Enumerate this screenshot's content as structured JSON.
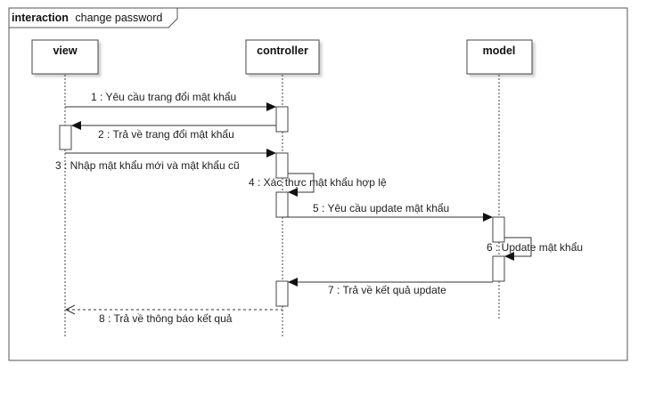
{
  "frame": {
    "keyword": "interaction",
    "name": "change password"
  },
  "lifelines": [
    {
      "id": "view",
      "label": "view"
    },
    {
      "id": "controller",
      "label": "controller"
    },
    {
      "id": "model",
      "label": "model"
    }
  ],
  "messages": [
    {
      "label": "1 : Yêu cầu trang đổi mật khẩu",
      "from": "view",
      "to": "controller",
      "kind": "sync"
    },
    {
      "label": "2 : Trả về trang đổi mật khẩu",
      "from": "controller",
      "to": "view",
      "kind": "sync"
    },
    {
      "label": "3 : Nhập mật khẩu mới và mật khẩu cũ",
      "from": "view",
      "to": "controller",
      "kind": "sync"
    },
    {
      "label": "4 : Xác thực mật khẩu hợp lệ",
      "from": "controller",
      "to": "controller",
      "kind": "self"
    },
    {
      "label": "5 : Yêu cầu update mật khẩu",
      "from": "controller",
      "to": "model",
      "kind": "sync"
    },
    {
      "label": "6 : Update mật khẩu",
      "from": "model",
      "to": "model",
      "kind": "self"
    },
    {
      "label": "7 : Trả về kết quả update",
      "from": "model",
      "to": "controller",
      "kind": "sync"
    },
    {
      "label": "8 : Trả về thông báo kết quả",
      "from": "controller",
      "to": "view",
      "kind": "reply"
    }
  ]
}
